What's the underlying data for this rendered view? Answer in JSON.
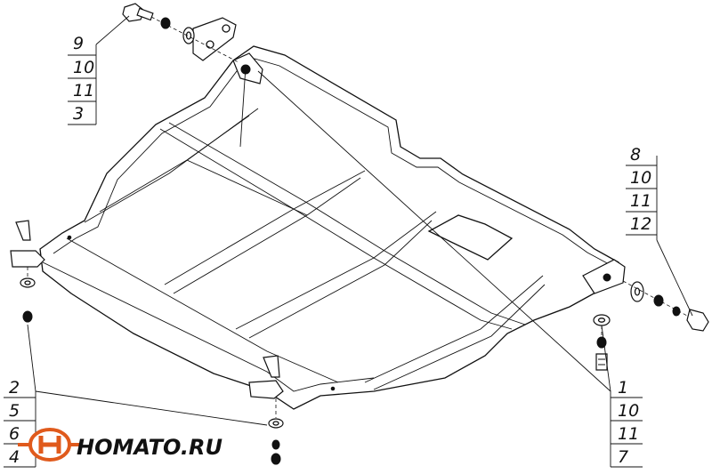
{
  "callouts": {
    "top_left": [
      "9",
      "10",
      "11",
      "3"
    ],
    "right": [
      "8",
      "10",
      "11",
      "12"
    ],
    "bottom_left": [
      "2",
      "5",
      "6",
      "4"
    ],
    "bottom_right": [
      "1",
      "10",
      "11",
      "7"
    ]
  },
  "logo": {
    "text": "HOMATO.RU",
    "icon": "h-logo-icon",
    "colors": {
      "ring": "#e05a1c",
      "letter": "#e05a1c",
      "text": "#111111"
    }
  }
}
